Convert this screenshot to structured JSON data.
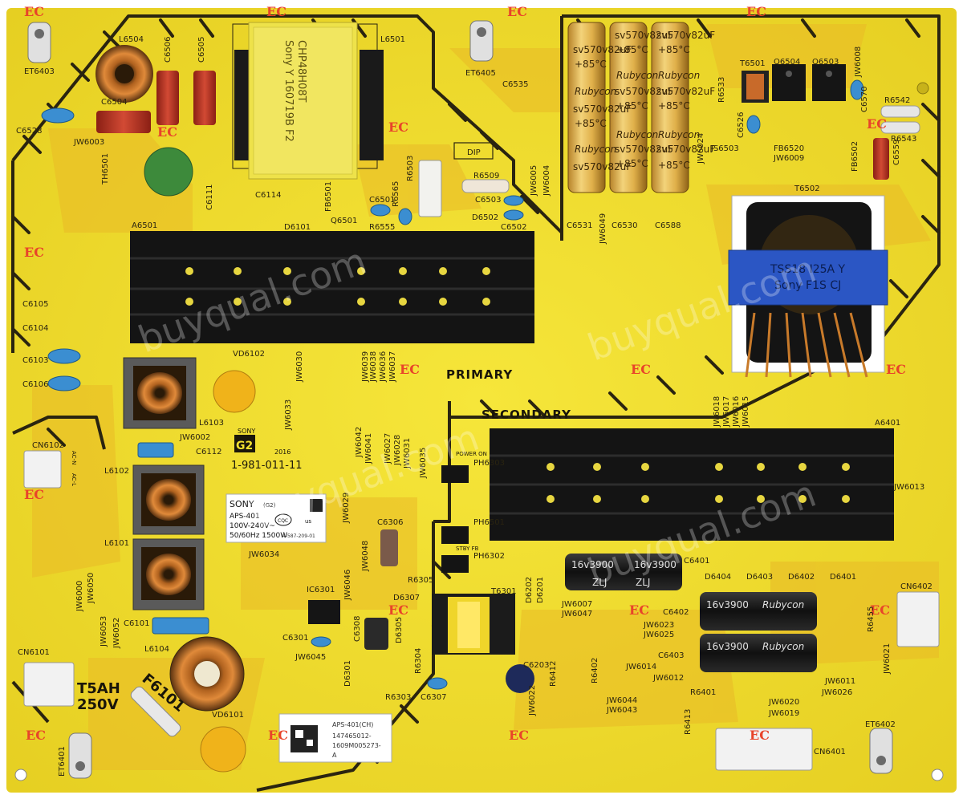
{
  "board": {
    "pcb_color": "#f2e030",
    "trace_color": "#e9b927",
    "outline_color": "#2a2410",
    "heatsink_color": "#141414",
    "ec_color": "#e8442a"
  },
  "regions": {
    "primary": "PRIMARY",
    "secondary": "SECONDARY"
  },
  "markings": {
    "dip": "DIP",
    "fuse_rating_1": "T5AH",
    "fuse_rating_2": "250V",
    "fuse_ref": "F6101",
    "board_number": "1-981-011-11",
    "g2": "G2",
    "sony_small": "SONY",
    "year": "2016",
    "ec_mark": "EC",
    "transformer_main_1": "CHP48H08T",
    "transformer_main_2": "Sony Y 160719B F2",
    "transformer_t6502_1": "TSS18 I25A Y",
    "transformer_t6502_2": "Sony F1S CJ",
    "power_on": "POWER ON",
    "stby_fb": "STBY FB",
    "cap_text_big": "sv570v82uF",
    "cap_temp": "+85°C",
    "cap_brand": "Rubycon",
    "cap_text_blk": "16v3900",
    "cap_code_zlj": "ZLJ",
    "rating_ac": "AC-N",
    "rating_acl": "AC-L"
  },
  "label_main": {
    "brand": "SONY",
    "g2": "(G2)",
    "model": "APS-401",
    "voltage": "100V-240V~",
    "power": "50/60Hz 1500W",
    "part": "4-587-209-01",
    "cqc": "CQC",
    "us": "us"
  },
  "label_barcode": {
    "line1": "APS-401(CH)",
    "line2": "147465012-",
    "line3": "1609M005273-",
    "line4": "A"
  },
  "watermark": {
    "text": "buyqual.com"
  },
  "refs": {
    "et6403": "ET6403",
    "et6405": "ET6405",
    "et6401": "ET6401",
    "et6402": "ET6402",
    "l6504": "L6504",
    "c6506": "C6506",
    "c6505": "C6505",
    "l6501": "L6501",
    "c6504": "C6504",
    "c6528": "C6528",
    "jw6003": "JW6003",
    "th6501": "TH6501",
    "c6535": "C6535",
    "t6501": "T6501",
    "q6504": "Q6504",
    "q6503": "Q6503",
    "r6533": "R6533",
    "jw6008": "JW6008",
    "c6570": "C6570",
    "r6542": "R6542",
    "r6543": "R6543",
    "c6526": "C6526",
    "fb6520": "FB6520",
    "jw6009": "JW6009",
    "fb6502": "FB6502",
    "c6559": "C6559",
    "js6503": "JS6503",
    "jw6024": "JW6024",
    "r6503": "R6503",
    "r6509": "R6509",
    "c6503": "C6503",
    "fb6501": "FB6501",
    "c6501": "C6501",
    "r6565": "R6565",
    "c6111": "C6111",
    "c6114": "C6114",
    "d6101": "D6101",
    "q6501": "Q6501",
    "r6555": "R6555",
    "d6502": "D6502",
    "c6502": "C6502",
    "jw6005": "JW6005",
    "jw6004": "JW6004",
    "c6531": "C6531",
    "jw6049": "JW6049",
    "c6530": "C6530",
    "c6588": "C6588",
    "t6502": "T6502",
    "a6501": "A6501",
    "c6105": "C6105",
    "c6104": "C6104",
    "c6103": "C6103",
    "c6106": "C6106",
    "vd6102": "VD6102",
    "jw6030": "JW6030",
    "jw6039": "JW6039",
    "jw6038": "JW6038",
    "jw6036": "JW6036",
    "jw6037": "JW6037",
    "l6103": "L6103",
    "jw6002": "JW6002",
    "jw6033": "JW6033",
    "cn6102": "CN6102",
    "c6112": "C6112",
    "l6102": "L6102",
    "jw6042": "JW6042",
    "jw6041": "JW6041",
    "jw6027": "JW6027",
    "jw6028": "JW6028",
    "jw6031": "JW6031",
    "jw6035": "JW6035",
    "ph6303": "PH6303",
    "jw6018": "JW6018",
    "jw6017": "JW6017",
    "jw6016": "JW6016",
    "jw6015": "JW6015",
    "a6401": "A6401",
    "jw6013": "JW6013",
    "jw6029": "JW6029",
    "c6306": "C6306",
    "ph6501": "PH6501",
    "l6101": "L6101",
    "jw6034": "JW6034",
    "ph6302": "PH6302",
    "jw6048": "JW6048",
    "jw6046": "JW6046",
    "r6305": "R6305",
    "c6401": "C6401",
    "d6404": "D6404",
    "d6403": "D6403",
    "d6402": "D6402",
    "d6401": "D6401",
    "jw6000": "JW6000",
    "jw6050": "JW6050",
    "ic6301": "IC6301",
    "d6307": "D6307",
    "t6301": "T6301",
    "d6202": "D6202",
    "d6201": "D6201",
    "jw6007": "JW6007",
    "jw6047": "JW6047",
    "cn6402": "CN6402",
    "c6402": "C6402",
    "jw6023": "JW6023",
    "jw6025": "JW6025",
    "r6455": "R6455",
    "c6101": "C6101",
    "jw6053": "JW6053",
    "jw6052": "JW6052",
    "c6301": "C6301",
    "c6308": "C6308",
    "d6305": "D6305",
    "c6403": "C6403",
    "jw6014": "JW6014",
    "jw6012": "JW6012",
    "jw6021": "JW6021",
    "l6104": "L6104",
    "jw6045": "JW6045",
    "r6304": "R6304",
    "cn6101": "CN6101",
    "d6301": "D6301",
    "c6203": "C6203",
    "r6412": "R6412",
    "r6402": "R6402",
    "jw6011": "JW6011",
    "r6401": "R6401",
    "jw6026": "JW6026",
    "jw6022": "JW6022",
    "jw6044": "JW6044",
    "jw6043": "JW6043",
    "jw6020": "JW6020",
    "r6303": "R6303",
    "c6307": "C6307",
    "jw6019": "JW6019",
    "vd6101": "VD6101",
    "r6413": "R6413",
    "cn6401": "CN6401"
  }
}
